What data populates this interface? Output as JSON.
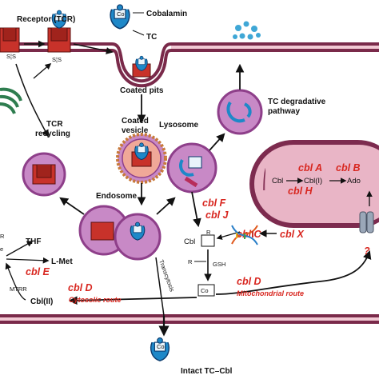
{
  "labels": {
    "receptor": "Receptor (TCR)",
    "cobalamin": "Cobalamin",
    "tc": "TC",
    "coated_pits": "Coated pits",
    "tc_degradative_line1": "TC degradative",
    "tc_degradative_line2": "pathway",
    "coated_vesicle_line1": "Coated",
    "coated_vesicle_line2": "vesicle",
    "lysosome": "Lysosome",
    "tcr_recycling_line1": "TCR",
    "tcr_recycling_line2": "recycling",
    "endosome": "Endosome",
    "transcytosis": "Transcytosis",
    "thf": "THF",
    "l_met": "L-Met",
    "mtrr": "MTRR",
    "cbl_ii": "Cbl(II)",
    "cbl": "Cbl",
    "r_upper": "R",
    "r_lower": "R",
    "gsh": "GSH",
    "intact_tc_cbl": "Intact TC–Cbl",
    "mito_cbl": "Cbl",
    "mito_cbl_i": "Cbl(I)",
    "mito_ado": "Ado",
    "question": "?",
    "left_r": "R",
    "left_e": "e",
    "co": "Co",
    "s": "S",
    "s_s": "S¦S"
  },
  "genes": {
    "cblA": "cbl A",
    "cblB": "cbl B",
    "cblH": "cbl H",
    "cblF": "cbl F",
    "cblJ": "cbl J",
    "cblC": "cbl C",
    "cblX": "cbl X",
    "cblE": "cbl E",
    "cblD_left": "cbl D",
    "cblD_right": "cbl D"
  },
  "routes": {
    "cytosolic": "Cytosolic route",
    "mitochondrial": "Mitochondrial route"
  },
  "colors": {
    "membrane": "#7a2a4a",
    "membrane_fill": "#f2c9d4",
    "receptor": "#c8322a",
    "tc_blue": "#1e88c8",
    "tc_dark": "#0d3c6e",
    "vesicle_purple": "#8e3f8a",
    "vesicle_fill": "#c889c6",
    "mito_outer": "#7d2b4f",
    "mito_fill": "#e9b5c6",
    "gene_red": "#d8261f",
    "golgi_green": "#2e7d4f"
  }
}
